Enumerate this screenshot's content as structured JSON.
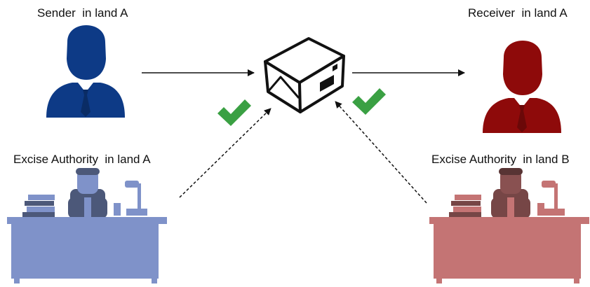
{
  "labels": {
    "sender": "Sender  in land A",
    "receiver": "Receiver  in land A",
    "excise_a": "Excise Authority  in land A",
    "excise_b": "Excise Authority  in land B"
  },
  "colors": {
    "sender": "#0d3a86",
    "receiver": "#8e0a0a",
    "authority_a": "#7f92c9",
    "authority_b": "#c47474",
    "check": "#3aa043",
    "package_stroke": "#111111",
    "arrow": "#111111"
  },
  "icons": {
    "sender": "businessman-icon",
    "receiver": "businessman-icon",
    "package": "package-box-icon",
    "check": "checkmark-icon",
    "authority": "officer-at-desk-icon"
  }
}
